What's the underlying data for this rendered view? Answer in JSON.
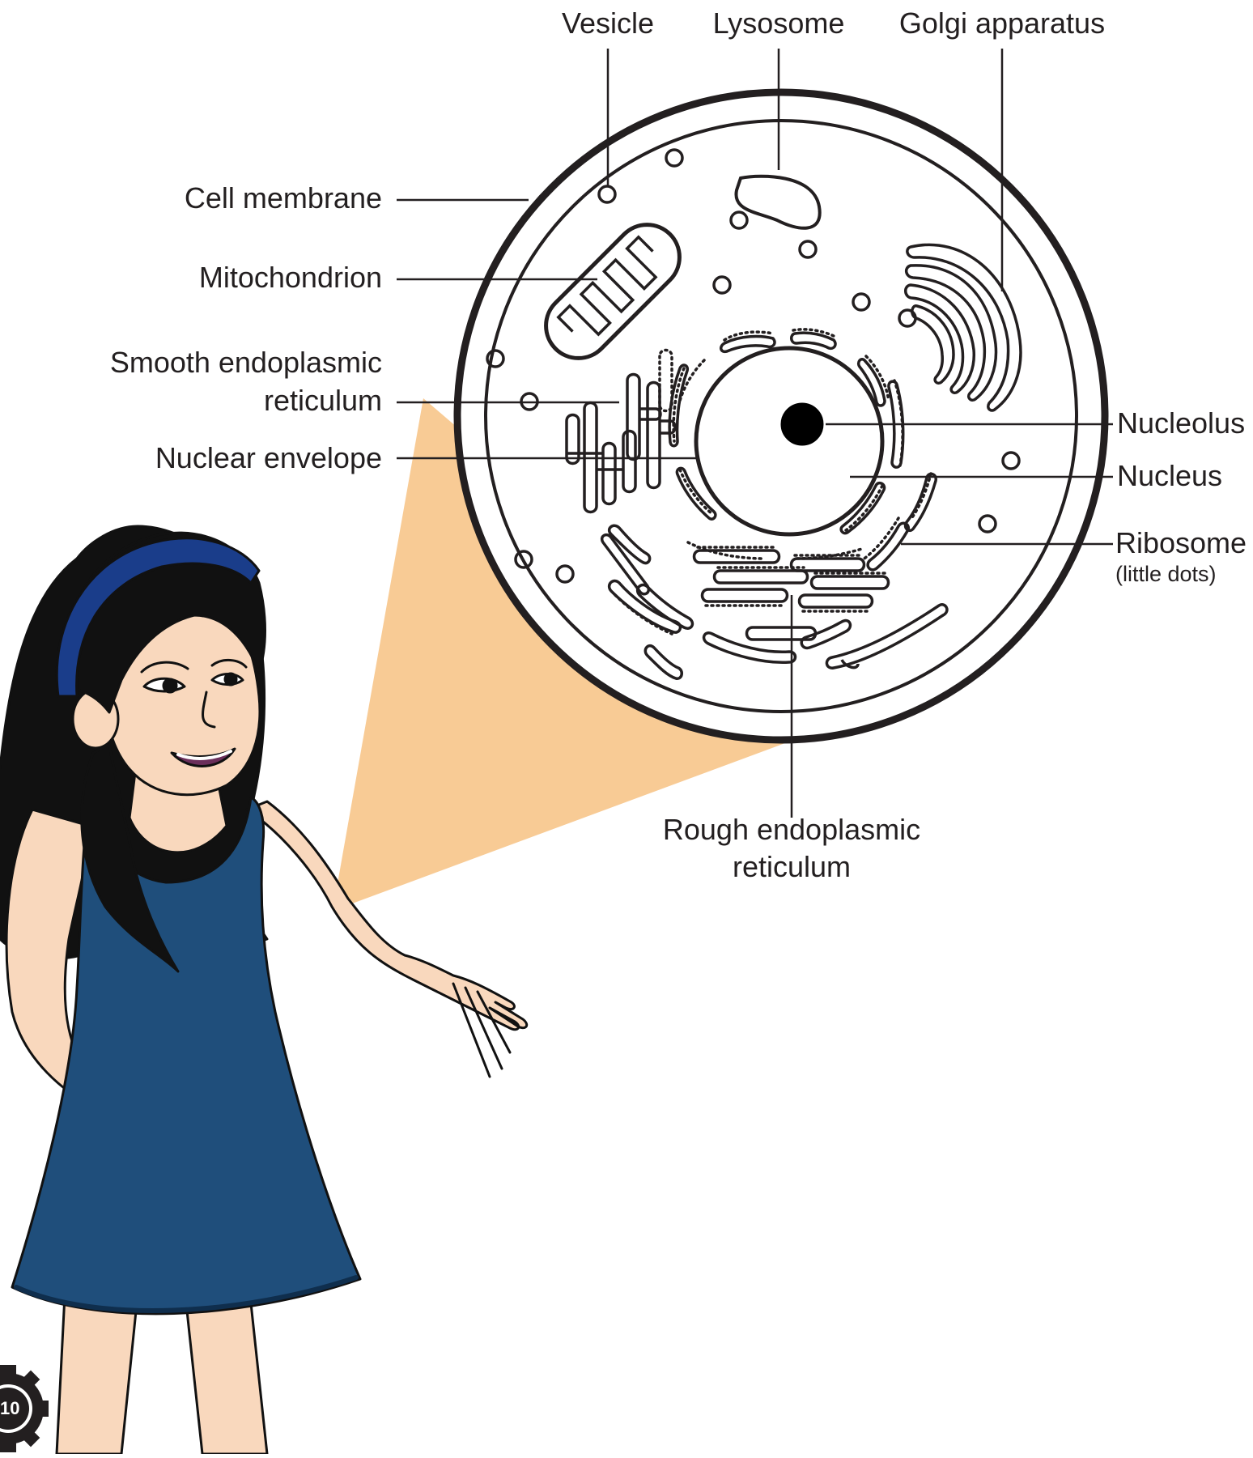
{
  "diagram": {
    "labels": {
      "vesicle": "Vesicle",
      "lysosome": "Lysosome",
      "golgi": "Golgi apparatus",
      "cell_membrane": "Cell membrane",
      "mitochondrion": "Mitochondrion",
      "smooth_er_line1": "Smooth endoplasmic",
      "smooth_er_line2": "reticulum",
      "nuclear_envelope": "Nuclear envelope",
      "nucleolus": "Nucleolus",
      "nucleus": "Nucleus",
      "ribosome": "Ribosome",
      "ribosome_note": "(little dots)",
      "rough_er_line1": "Rough endoplasmic",
      "rough_er_line2": "reticulum"
    },
    "page_number": "10"
  },
  "colors": {
    "zoom_cone": "#f8cb95",
    "dress": "#1f4e7b",
    "headband": "#1a3d8a",
    "skin": "#f9d8bd",
    "hair": "#111111",
    "ink": "#231f20"
  }
}
